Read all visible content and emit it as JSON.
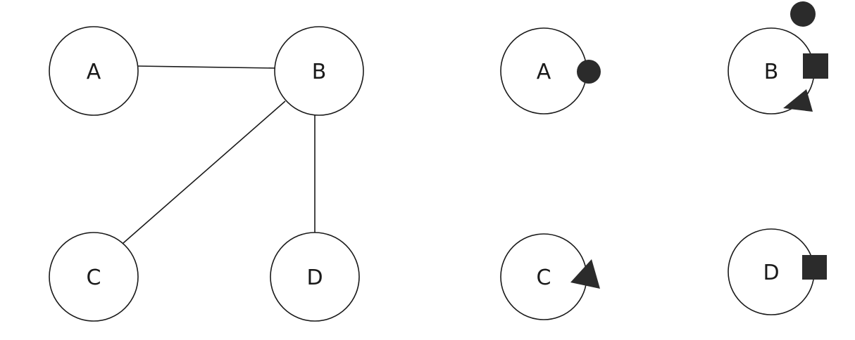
{
  "graph": {
    "nodes": [
      {
        "id": "A",
        "label": "A"
      },
      {
        "id": "B",
        "label": "B"
      },
      {
        "id": "C",
        "label": "C"
      },
      {
        "id": "D",
        "label": "D"
      }
    ],
    "edges": [
      {
        "from": "A",
        "to": "B"
      },
      {
        "from": "B",
        "to": "C"
      },
      {
        "from": "B",
        "to": "D"
      }
    ]
  },
  "decomposed": {
    "nodes": [
      {
        "id": "A",
        "label": "A",
        "markers": [
          "circle"
        ]
      },
      {
        "id": "B",
        "label": "B",
        "markers": [
          "circle",
          "square",
          "triangle"
        ]
      },
      {
        "id": "C",
        "label": "C",
        "markers": [
          "triangle"
        ]
      },
      {
        "id": "D",
        "label": "D",
        "markers": [
          "square"
        ]
      }
    ]
  },
  "colors": {
    "stroke": "#1a1a1a",
    "marker_fill": "#2b2b2b",
    "background": "#ffffff"
  }
}
